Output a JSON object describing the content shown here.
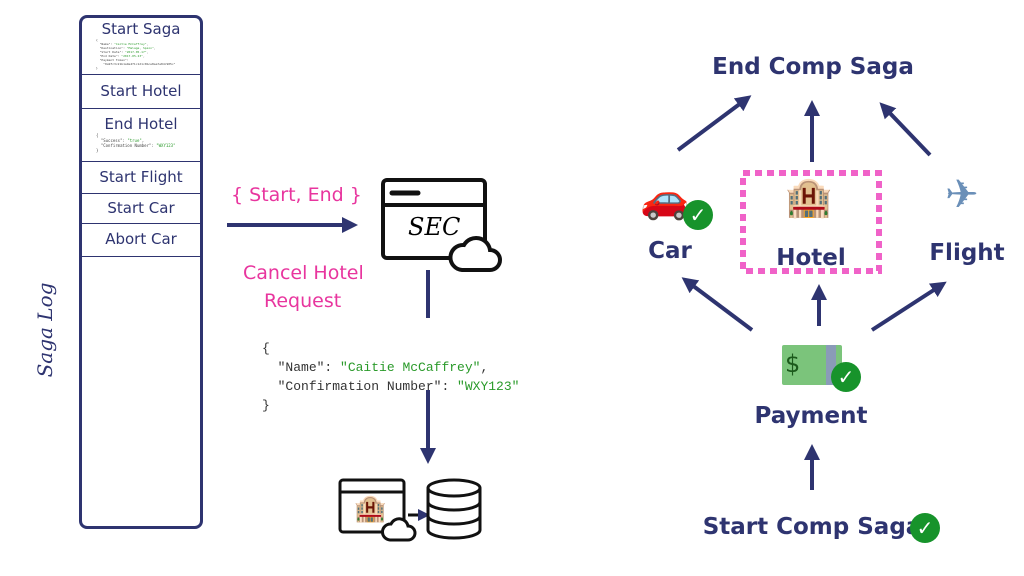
{
  "saga_log": {
    "title": "Saga Log",
    "rows": [
      {
        "label": "Start Saga",
        "json": [
          "{",
          "  \"Name\": \"Caitie McCaffrey\",",
          "  \"Destination\": \"Malaga, Spain\",",
          "  \"Start Date\": \"2017-05-17\",",
          "  \"End Date\": \"2017-05-23\",",
          "  \"Payment Token\":",
          "    \"0a9fc3c21b1a9e4f1c1d1c0bce8aa7e8dc905c\"",
          "}"
        ]
      },
      {
        "label": "Start Hotel"
      },
      {
        "label": "End Hotel",
        "json": [
          "{",
          "  \"Success\": \"true\",",
          "  \"Confirmation Number\": \"WXY123\"",
          "}"
        ]
      },
      {
        "label": "Start Flight"
      },
      {
        "label": "Start Car"
      },
      {
        "label": "Abort Car"
      }
    ]
  },
  "middle": {
    "arrow_label": "{ Start, End }",
    "sec_label": "SEC",
    "request_label_1": "Cancel Hotel",
    "request_label_2": "Request",
    "request_json": {
      "open": "{",
      "name_key": "\"Name\"",
      "name_val": "\"Caitie McCaffrey\"",
      "conf_key": "\"Confirmation Number\"",
      "conf_val": "\"WXY123\"",
      "close": "}"
    }
  },
  "graph": {
    "end": "End Comp Saga",
    "car": "Car",
    "hotel": "Hotel",
    "flight": "Flight",
    "payment": "Payment",
    "start": "Start Comp Saga",
    "check_glyph": "✓",
    "car_icon": "🚗",
    "hotel_icon": "🏨",
    "flight_icon": "✈",
    "money_icon": "$"
  },
  "colors": {
    "navy": "#2e3470",
    "pink": "#e8359e",
    "check": "#17932b",
    "highlight_border": "#f062c8"
  }
}
